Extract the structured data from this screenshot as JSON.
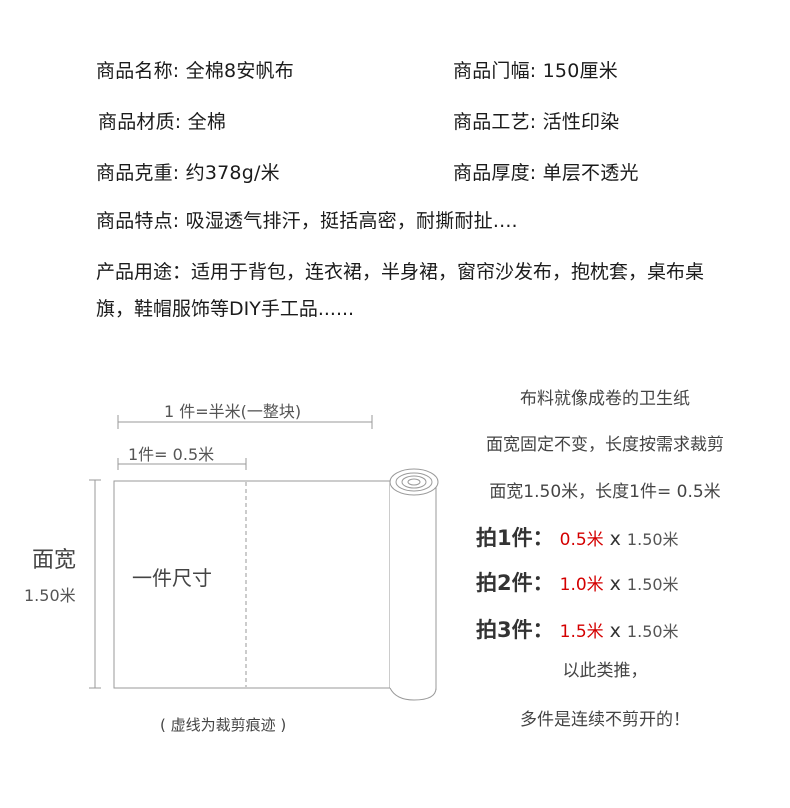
{
  "specs": {
    "name": "商品名称: 全棉8安帆布",
    "width": "商品门幅: 150厘米",
    "material": "商品材质: 全棉",
    "process": "商品工艺: 活性印染",
    "weight": "商品克重: 约378g/米",
    "thickness": "商品厚度: 单层不透光",
    "features": "商品特点: 吸湿透气排汗，挺括高密，耐撕耐扯....",
    "usage": "产品用途：适用于背包，连衣裙，半身裙，窗帘沙发布，抱枕套，桌布桌旗，鞋帽服饰等DIY手工品......"
  },
  "diagram": {
    "top_dim": "1 件=半米(一整块)",
    "half_dim": "1件= 0.5米",
    "side_title": "面宽",
    "side_value": "1.50米",
    "piece_label": "一件尺寸",
    "cut_caption": "( 虚线为裁剪痕迹 )"
  },
  "explain": {
    "line1": "布料就像成卷的卫生纸",
    "line2": "面宽固定不变，长度按需求裁剪",
    "line3": "面宽1.50米，长度1件= 0.5米",
    "rows": [
      {
        "label": "拍1件：",
        "length": "0.5米",
        "times": "x",
        "width": "1.50米"
      },
      {
        "label": "拍2件：",
        "length": "1.0米",
        "times": "x",
        "width": "1.50米"
      },
      {
        "label": "拍3件：",
        "length": "1.5米",
        "times": "x",
        "width": "1.50米"
      }
    ],
    "etc": "以此类推，",
    "note": "多件是连续不剪开的！"
  },
  "colors": {
    "accent_red": "#d40000",
    "line_gray": "#9a9a9a"
  }
}
